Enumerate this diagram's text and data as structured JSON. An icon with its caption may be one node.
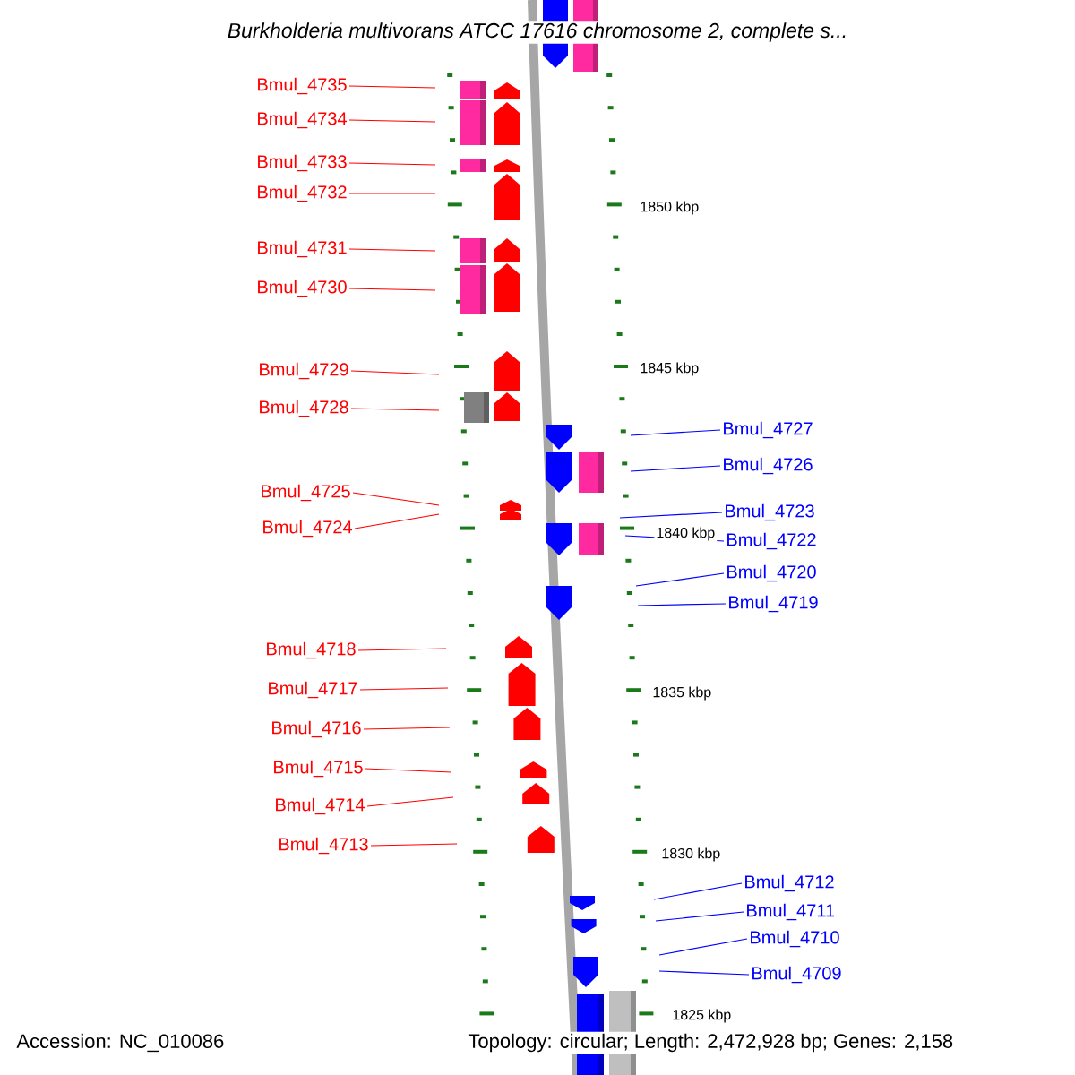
{
  "diagram": {
    "title": "Burkholderia multivorans ATCC 17616 chromosome 2, complete s...",
    "nodes": [
      {
        "text": [
          "Bmul_4735"
        ]
      },
      {
        "text": [
          "Bmul_4734"
        ]
      },
      {
        "text": [
          "Bmul_4733"
        ]
      },
      {
        "text": [
          "Bmul_4732"
        ]
      },
      {
        "text": [
          "Bmul_4731"
        ]
      },
      {
        "text": [
          "Bmul_4730"
        ]
      },
      {
        "text": [
          "Bmul_4729"
        ]
      },
      {
        "text": [
          "Bmul_4728"
        ]
      },
      {
        "text": [
          "Bmul_4725"
        ]
      },
      {
        "text": [
          "Bmul_4724"
        ]
      },
      {
        "text": [
          "Bmul_4718"
        ]
      },
      {
        "text": [
          "Bmul_4717"
        ]
      },
      {
        "text": [
          "Bmul_4716"
        ]
      },
      {
        "text": [
          "Bmul_4715"
        ]
      },
      {
        "text": [
          "Bmul_4714"
        ]
      },
      {
        "text": [
          "Bmul_4713"
        ]
      },
      {
        "text": [
          "Bmul_4727"
        ]
      },
      {
        "text": [
          "Bmul_4726"
        ]
      },
      {
        "text": [
          "Bmul_4723"
        ]
      },
      {
        "text": [
          "Bmul_4722"
        ]
      },
      {
        "text": [
          "Bmul_4720"
        ]
      },
      {
        "text": [
          "Bmul_4719"
        ]
      },
      {
        "text": [
          "Bmul_4712"
        ]
      },
      {
        "text": [
          "Bmul_4711"
        ]
      },
      {
        "text": [
          "Bmul_4710"
        ]
      },
      {
        "text": [
          "Bmul_4709"
        ]
      }
    ],
    "edges": [
      {
        "from": 0,
        "to": null,
        "arrow": "none"
      },
      {
        "from": 1,
        "to": null,
        "arrow": "none"
      },
      {
        "from": 2,
        "to": null,
        "arrow": "none"
      },
      {
        "from": 3,
        "to": null,
        "arrow": "none"
      },
      {
        "from": 4,
        "to": null,
        "arrow": "none"
      },
      {
        "from": 5,
        "to": null,
        "arrow": "none"
      },
      {
        "from": 6,
        "to": null,
        "arrow": "none"
      },
      {
        "from": 7,
        "to": null,
        "arrow": "none"
      },
      {
        "from": 8,
        "to": null,
        "arrow": "none"
      },
      {
        "from": 9,
        "to": null,
        "arrow": "none"
      },
      {
        "from": 10,
        "to": null,
        "arrow": "none"
      },
      {
        "from": 11,
        "to": null,
        "arrow": "none"
      },
      {
        "from": 12,
        "to": null,
        "arrow": "none"
      },
      {
        "from": 13,
        "to": null,
        "arrow": "none"
      },
      {
        "from": 14,
        "to": null,
        "arrow": "none"
      },
      {
        "from": 15,
        "to": null,
        "arrow": "none"
      },
      {
        "from": 16,
        "to": null,
        "arrow": "none",
        "color": "#0000ff"
      },
      {
        "from": 17,
        "to": null,
        "arrow": "none",
        "color": "#0000ff"
      },
      {
        "from": 18,
        "to": null,
        "arrow": "none",
        "color": "#0000ff"
      },
      {
        "from": 19,
        "to": null,
        "arrow": "none",
        "color": "#0000ff"
      },
      {
        "from": 20,
        "to": null,
        "arrow": "none",
        "color": "#0000ff"
      },
      {
        "from": 21,
        "to": null,
        "arrow": "none",
        "color": "#0000ff"
      },
      {
        "from": 22,
        "to": null,
        "arrow": "none",
        "color": "#0000ff"
      },
      {
        "from": 23,
        "to": null,
        "arrow": "none",
        "color": "#0000ff"
      },
      {
        "from": 24,
        "to": null,
        "arrow": "none",
        "color": "#0000ff"
      },
      {
        "from": 25,
        "to": null,
        "arrow": "none",
        "color": "#0000ff"
      }
    ],
    "labels": [
      "1850 kbp",
      "1845 kbp",
      "1840 kbp",
      "1835 kbp",
      "1830 kbp",
      "1825 kbp",
      "Accession: NC_010086",
      "Topology: circular; Length: 2,472,928 bp; Genes: 2,158"
    ]
  }
}
